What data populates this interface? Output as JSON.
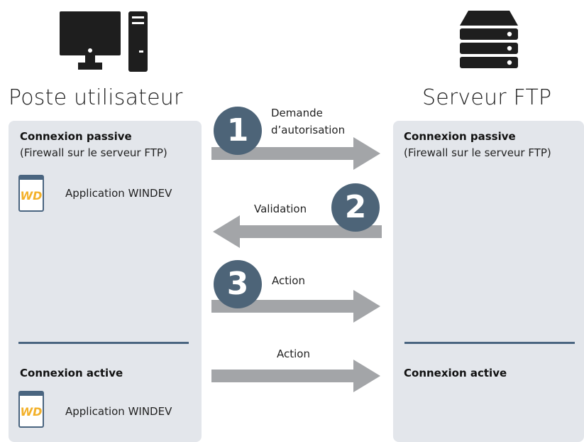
{
  "left": {
    "title": "Poste utilisateur",
    "passive": {
      "heading": "Connexion passive",
      "sub": "(Firewall sur le serveur FTP)",
      "app": "Application WINDEV"
    },
    "active": {
      "heading": "Connexion active",
      "app": "Application WINDEV"
    }
  },
  "right": {
    "title": "Serveur FTP",
    "passive": {
      "heading": "Connexion passive",
      "sub": "(Firewall sur le serveur FTP)"
    },
    "active": {
      "heading": "Connexion active"
    }
  },
  "steps": [
    {
      "number": "1",
      "label_line1": "Demande",
      "label_line2": "d’autorisation"
    },
    {
      "number": "2",
      "label": "Validation"
    },
    {
      "number": "3",
      "label": "Action"
    }
  ],
  "active_arrow": {
    "label": "Action"
  },
  "logo": {
    "text": "WD"
  },
  "colors": {
    "panel": "#e3e6eb",
    "arrow": "#a3a5a8",
    "badge": "#4d6478",
    "divider": "#4a6580",
    "logo": "#f3b12a",
    "icon": "#1e1e1e"
  }
}
